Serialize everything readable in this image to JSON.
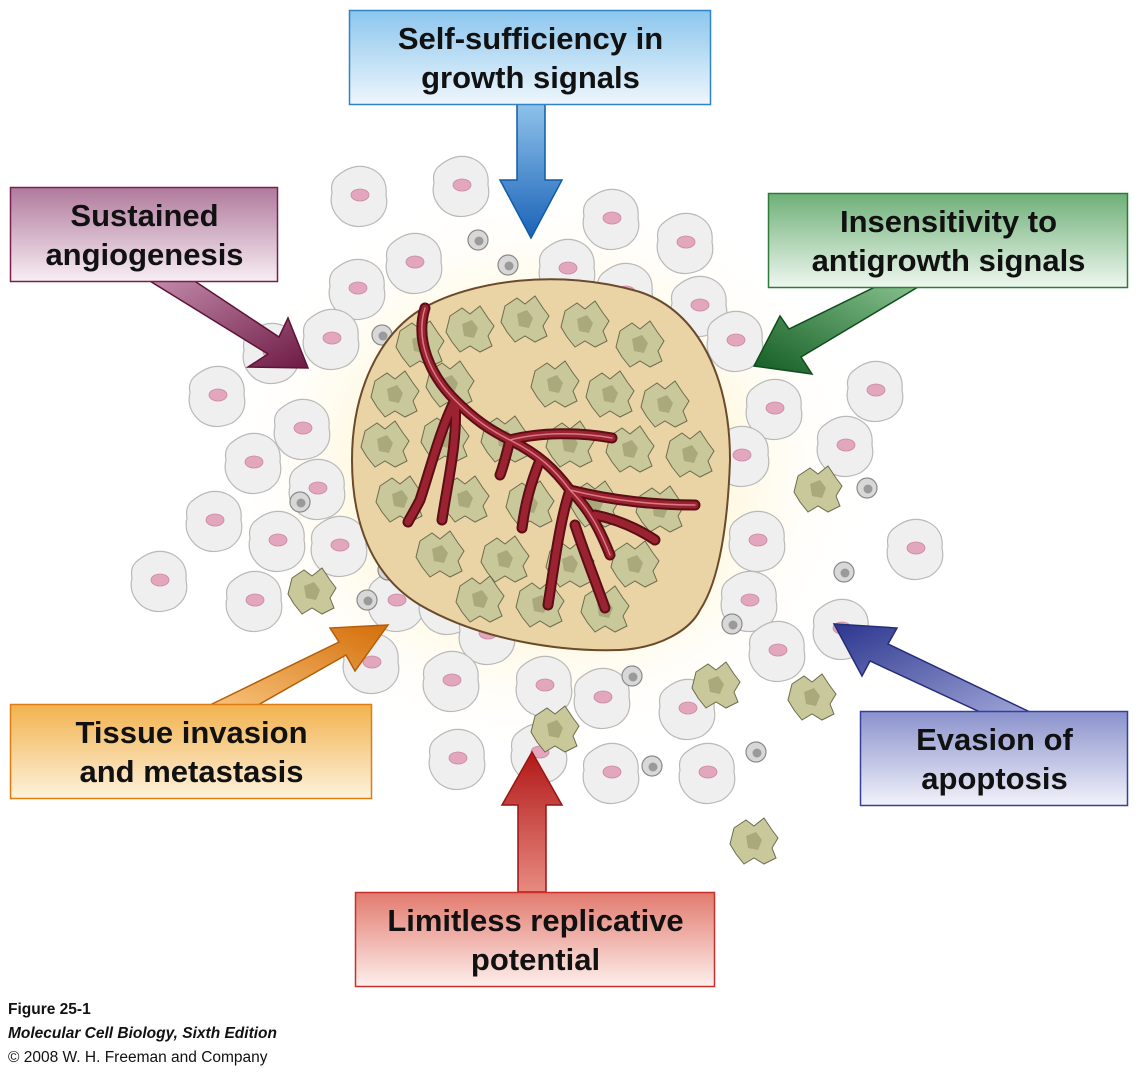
{
  "labels": {
    "top": [
      "Self-sufficiency in",
      "growth signals"
    ],
    "upper_left": [
      "Sustained",
      "angiogenesis"
    ],
    "upper_right": [
      "Insensitivity to",
      "antigrowth signals"
    ],
    "lower_left": [
      "Tissue invasion",
      "and metastasis"
    ],
    "lower_right": [
      "Evasion of",
      "apoptosis"
    ],
    "bottom": [
      "Limitless replicative",
      "potential"
    ]
  },
  "caption": {
    "figure": "Figure 25-1",
    "book": "Molecular Cell Biology, Sixth Edition",
    "copyright": "© 2008 W. H. Freeman and Company"
  },
  "colors": {
    "blue": "#1f6fc4",
    "purple": "#7a1f4e",
    "green": "#1d6e2a",
    "orange": "#dd7d12",
    "navy": "#35409a",
    "red": "#b81f1f",
    "tumor_fill": "#e8d2a6",
    "tumor_cell": "#c8c79a",
    "vessel": "#8b1a24",
    "normal_cell": "#ededed",
    "nucleus": "#e0a3bb"
  }
}
